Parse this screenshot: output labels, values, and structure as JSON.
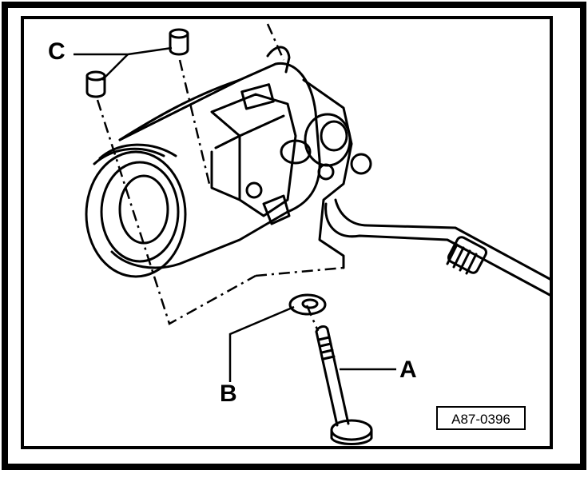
{
  "labels": {
    "c": "C",
    "b": "B",
    "a": "A"
  },
  "figure_code": "A87-0396"
}
